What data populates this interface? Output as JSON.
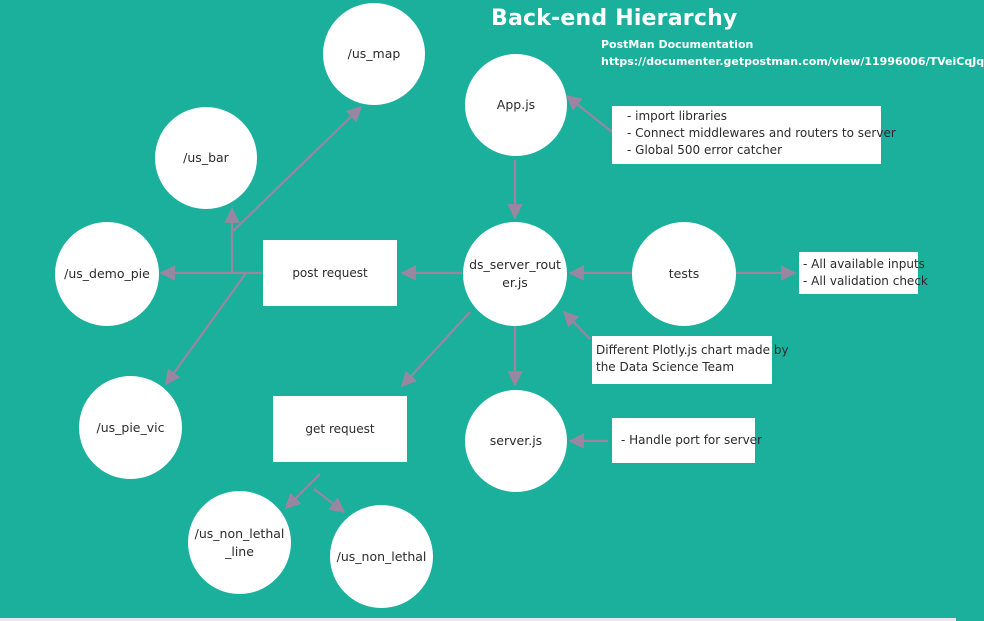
{
  "title": "Back-end Hierarchy",
  "doc_label": "PostMan Documentation",
  "doc_url": "https://documenter.getpostman.com/view/11996006/TVeiCqJq",
  "colors": {
    "background": "#1ab09c",
    "arrow": "#9a86a0",
    "node": "#ffffff"
  },
  "nodes": {
    "app_js": "App.js",
    "ds_server_router": "ds_server_rout\ner.js",
    "server_js": "server.js",
    "tests": "tests",
    "us_map": "/us_map",
    "us_bar": "/us_bar",
    "us_demo_pie": "/us_demo_pie",
    "us_pie_vic": "/us_pie_vic",
    "us_non_lethal_line": "/us_non_lethal\n_line",
    "us_non_lethal": "/us_non_lethal",
    "post_request": "post request",
    "get_request": "get request"
  },
  "notes": {
    "app": [
      "- import libraries",
      "- Connect middlewares and routers to server",
      "- Global 500 error catcher"
    ],
    "tests": [
      "- All available inputs",
      "- All validation check"
    ],
    "plotly": [
      "Different Plotly.js chart made by",
      "the Data Science Team"
    ],
    "server": "- Handle port for server"
  }
}
